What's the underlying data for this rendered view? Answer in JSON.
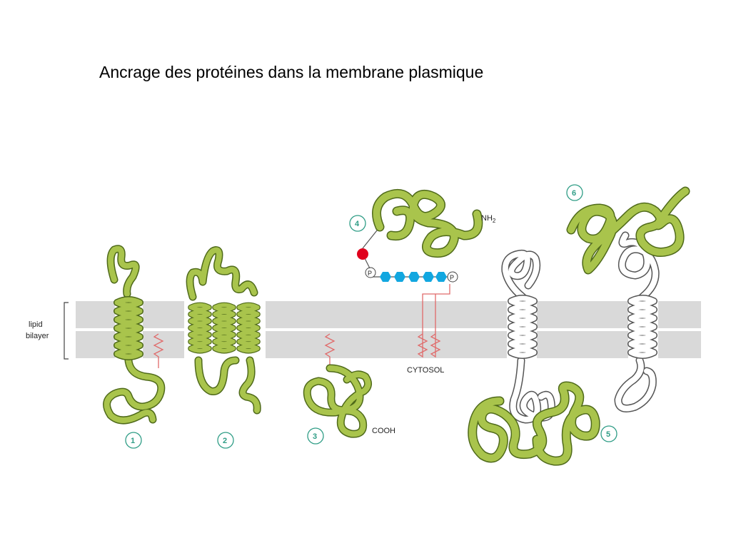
{
  "title": "Ancrage des protéines dans la membrane plasmique",
  "labels": {
    "lipid": "lipid",
    "bilayer": "bilayer",
    "cytosol": "CYTOSOL",
    "nh2": "NH",
    "nh2_sub": "2",
    "cooh": "COOH",
    "phosphate": "P"
  },
  "protein_numbers": [
    "1",
    "2",
    "3",
    "4",
    "5",
    "6"
  ],
  "colors": {
    "protein": "#a9c44c",
    "protein_outline": "#4f6a1a",
    "membrane": "#d9d9d9",
    "anchor_lipid": "#e06a6a",
    "sugar_chain": "#12a7e0",
    "inositol": "#e0001c",
    "number_circle": "#2f9d86"
  }
}
